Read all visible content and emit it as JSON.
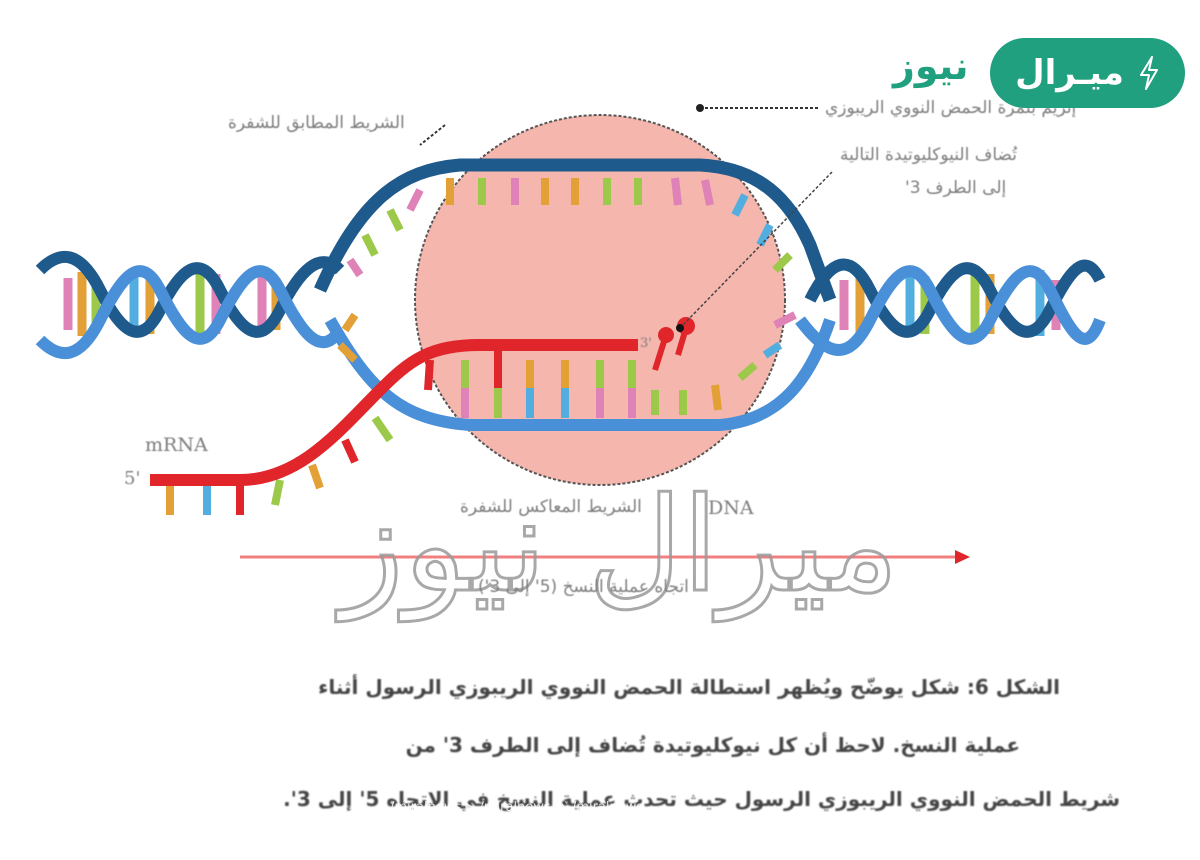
{
  "brand": {
    "logo_pill_text": "ميـرال",
    "logo_word": "نيوز",
    "logo_icon": "lightning-bolt-icon",
    "color": "#21a07f"
  },
  "labels": {
    "coding_strand": "الشريط المطابق للشفرة",
    "rna_polymerase": "إنزيم بلمرة الحمض النووي الريبوزي",
    "nucleotides_added_line1": "تُضاف النيوكليوتيدة التالية",
    "nucleotides_added_line2": "إلى الطرف 3'",
    "mrna": "mRNA",
    "five_prime": "5'",
    "three_prime": "3'",
    "template_strand": "الشريط المعاكس للشفرة",
    "dna": "DNA",
    "direction": "اتجاه عملية النسخ (5' إلى 3')"
  },
  "caption": {
    "line1": "الشكل 6: شكل يوضّح ويُظهر استطالة الحمض النووي الريبوزي الرسول أثناء",
    "line2": "عملية النسخ. لاحظ أن كل نيوكليوتيدة تُضاف إلى الطرف 3' من",
    "line3": "شريط الحمض النووي الريبوزي الرسول حيث تحدث عملية النسخ في الاتجاه 5' إلى 3'."
  },
  "watermark": {
    "center_text": "ميرال نيوز",
    "bottom_text": "/miralnews ▶ /miralnews ⓞ /miralnews"
  },
  "colors": {
    "dark_strand": "#1f5a8c",
    "light_strand": "#4a90d9",
    "mrna": "#e0262a",
    "bubble": "#f4b6ad",
    "arrow": "#f08080",
    "base_orange": "#e2a036",
    "base_green": "#9cc94a",
    "base_pink": "#de82b8",
    "base_blue": "#53aee0"
  }
}
